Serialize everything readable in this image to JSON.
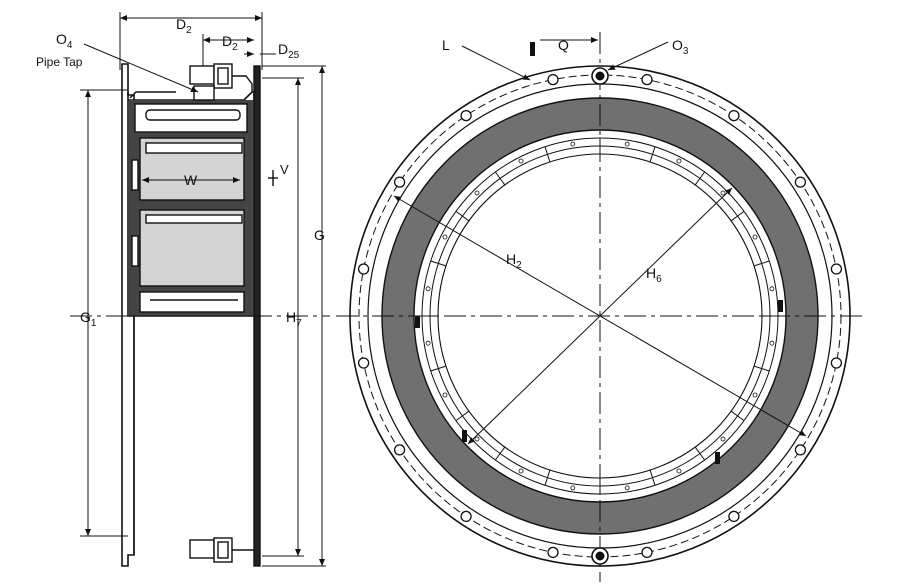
{
  "labels": {
    "d2_outer": "D",
    "d2_outer_sub": "2",
    "d2_inner": "D",
    "d2_inner_sub": "2",
    "d25": "D",
    "d25_sub": "25",
    "o4": "O",
    "o4_sub": "4",
    "pipe_tap": "Pipe Tap",
    "w": "W",
    "v": "V",
    "g": "G",
    "g1": "G",
    "g1_sub": "1",
    "h7": "H",
    "h7_sub": "7",
    "l": "L",
    "q": "Q",
    "o3": "O",
    "o3_sub": "3",
    "h2": "H",
    "h2_sub": "2",
    "h6": "H",
    "h6_sub": "6"
  },
  "colors": {
    "line": "#111111",
    "band": "#707070",
    "shoe": "#d4d4d4",
    "background": "#ffffff"
  }
}
